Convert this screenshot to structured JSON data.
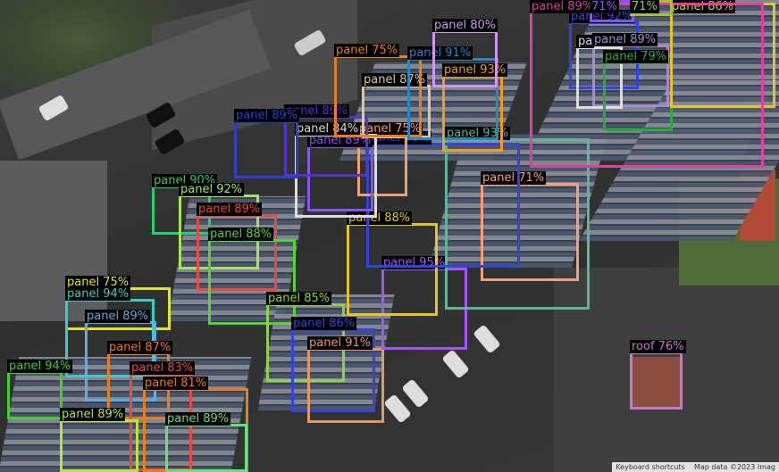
{
  "detections": [
    {
      "label": "panel 90%",
      "color": "#2ecc71"
    },
    {
      "label": "panel 92%",
      "color": "#a6e35a"
    },
    {
      "label": "panel 89%",
      "color": "#e74c3c"
    },
    {
      "label": "panel 88%",
      "color": "#55d33a"
    },
    {
      "label": "panel 75%",
      "color": "#e6e03a"
    },
    {
      "label": "panel 94%",
      "color": "#40c9c9"
    },
    {
      "label": "panel 89%",
      "color": "#5dade2"
    },
    {
      "label": "panel 87%",
      "color": "#e67e22"
    },
    {
      "label": "panel 83%",
      "color": "#e74c3c"
    },
    {
      "label": "panel 81%",
      "color": "#e67e22"
    },
    {
      "label": "panel 94%",
      "color": "#44cc33"
    },
    {
      "label": "panel 89%",
      "color": "#b2e34a"
    },
    {
      "label": "panel 89%",
      "color": "#66e07a"
    },
    {
      "label": "panel 85%",
      "color": "#8fd14f"
    },
    {
      "label": "panel 86%",
      "color": "#3344dd"
    },
    {
      "label": "panel 91%",
      "color": "#e59866"
    },
    {
      "label": "panel 95%",
      "color": "#a855f7"
    },
    {
      "label": "panel 88%",
      "color": "#e1c52a"
    },
    {
      "label": "panel 71%",
      "color": "#f0a080"
    },
    {
      "label": "panel 93%",
      "color": "#5fb39a"
    },
    {
      "label": "panel 90%",
      "color": "#3344dd"
    },
    {
      "label": "panel 75%",
      "color": "#f0a070"
    },
    {
      "label": "panel 89%",
      "color": "#8855ee"
    },
    {
      "label": "panel 84%",
      "color": "#dddddd"
    },
    {
      "label": "panel 89%",
      "color": "#5533cc"
    },
    {
      "label": "panel 89%",
      "color": "#2f3fc9"
    },
    {
      "label": "panel 87%",
      "color": "#d6c9a0"
    },
    {
      "label": "panel 75%",
      "color": "#e67e22"
    },
    {
      "label": "panel 91%",
      "color": "#2e86c1"
    },
    {
      "label": "panel 93%",
      "color": "#f39c12"
    },
    {
      "label": "panel 80%",
      "color": "#cc99ee"
    },
    {
      "label": "panel 92%",
      "color": "#3344dd"
    },
    {
      "label": "panel 89%",
      "color": "#a38bd6"
    },
    {
      "label": "pa",
      "color": "#dddddd"
    },
    {
      "label": "panel 79%",
      "color": "#2eaa44"
    },
    {
      "label": "panel 86%",
      "color": "#e1c52a"
    },
    {
      "label": "panel 89%",
      "color": "#e040a0"
    },
    {
      "label": "71%",
      "color": "#8855ee"
    },
    {
      "label": "71%",
      "color": "#a8c03a"
    },
    {
      "label": "roof 76%",
      "color": "#c878c8"
    }
  ],
  "footer": {
    "shortcuts": "Keyboard shortcuts",
    "mapdata": "Map data ©2023 Imag"
  }
}
